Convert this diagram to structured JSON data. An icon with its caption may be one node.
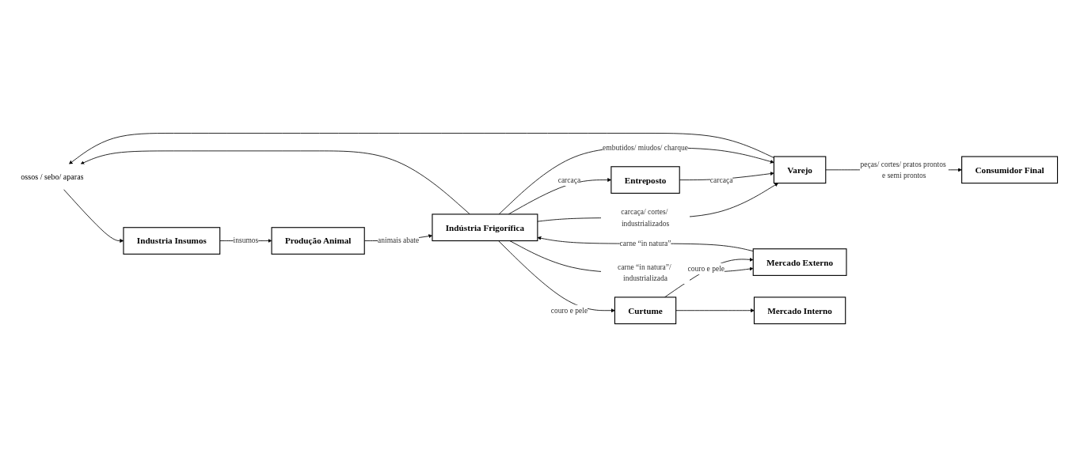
{
  "diagram": {
    "nodes": [
      {
        "text": [
          "ossos / sebo/ aparas"
        ]
      },
      {
        "text": [
          "Industria Insumos"
        ]
      },
      {
        "text": [
          "Produção Animal"
        ]
      },
      {
        "text": [
          "Indústria Frigorífica"
        ]
      },
      {
        "text": [
          "Entreposto"
        ]
      },
      {
        "text": [
          "Varejo"
        ]
      },
      {
        "text": [
          "Curtume"
        ]
      },
      {
        "text": [
          "Consumidor Final"
        ]
      },
      {
        "text": [
          "Mercado Externo"
        ]
      },
      {
        "text": [
          "Mercado Interno"
        ]
      }
    ],
    "edges": [
      {
        "from": 3,
        "to": 0,
        "arrow": "to"
      },
      {
        "from": 5,
        "to": 0,
        "arrow": "to"
      },
      {
        "from": 0,
        "to": 1,
        "arrow": "to"
      },
      {
        "from": 1,
        "to": 2,
        "label": "insumos",
        "arrow": "to"
      },
      {
        "from": 2,
        "to": 3,
        "label": "animais abate",
        "arrow": "to"
      },
      {
        "from": 3,
        "to": 5,
        "label": "carcaça/ cortes/ industrializados",
        "arrow": "to"
      },
      {
        "from": 3,
        "to": 4,
        "label": "carcaça",
        "arrow": "to"
      },
      {
        "from": 4,
        "to": 5,
        "label": "carcaça",
        "arrow": "to"
      },
      {
        "from": 3,
        "to": 5,
        "label": "embutidos/ miudos/ charque",
        "arrow": "to"
      },
      {
        "from": 3,
        "to": 8,
        "label": "carne “in natura”/ industrializada",
        "arrow": "to"
      },
      {
        "from": 8,
        "to": 3,
        "label": "carne “in natura”",
        "arrow": "to"
      },
      {
        "from": 3,
        "to": 6,
        "label": "couro e pele",
        "arrow": "to"
      },
      {
        "from": 5,
        "to": 7,
        "label": "peças/ cortes/ pratos prontos e semi prontos",
        "arrow": "to"
      },
      {
        "from": 6,
        "to": 8,
        "label": "couro e pele",
        "arrow": "to"
      },
      {
        "from": 6,
        "to": 9,
        "arrow": "to"
      }
    ]
  }
}
